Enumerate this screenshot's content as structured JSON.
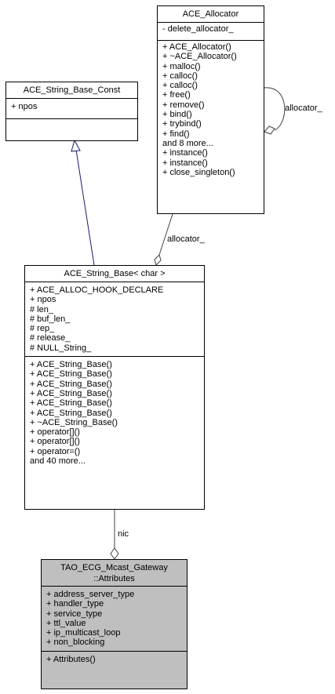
{
  "classes": {
    "allocator": {
      "name": "ACE_Allocator",
      "attributes": [
        "- delete_allocator_"
      ],
      "methods": [
        "+ ACE_Allocator()",
        "+ ~ACE_Allocator()",
        "+ malloc()",
        "+ calloc()",
        "+ calloc()",
        "+ free()",
        "+ remove()",
        "+ bind()",
        "+ trybind()",
        "+ find()",
        "and 8 more...",
        "+ instance()",
        "+ instance()",
        "+ close_singleton()"
      ]
    },
    "string_base_const": {
      "name": "ACE_String_Base_Const",
      "attributes": [
        "+ npos"
      ],
      "methods": []
    },
    "string_base": {
      "name": "ACE_String_Base< char >",
      "attributes": [
        "+ ACE_ALLOC_HOOK_DECLARE",
        "+ npos",
        "# len_",
        "# buf_len_",
        "# rep_",
        "# release_",
        "# NULL_String_"
      ],
      "methods": [
        "+ ACE_String_Base()",
        "+ ACE_String_Base()",
        "+ ACE_String_Base()",
        "+ ACE_String_Base()",
        "+ ACE_String_Base()",
        "+ ACE_String_Base()",
        "+ ~ACE_String_Base()",
        "+ operator[]()",
        "+ operator[]()",
        "+ operator=()",
        "and 40 more..."
      ]
    },
    "attributes": {
      "name_line1": "TAO_ECG_Mcast_Gateway",
      "name_line2": "::Attributes",
      "attributes": [
        "+ address_server_type",
        "+ handler_type",
        "+ service_type",
        "+ ttl_value",
        "+ ip_multicast_loop",
        "+ non_blocking"
      ],
      "methods": [
        "+ Attributes()"
      ]
    }
  },
  "edges": {
    "self_allocator_label": "allocator_",
    "allocator_label": "allocator_",
    "nic_label": "nic"
  },
  "colors": {
    "highlight_fill": "#bfbfbf",
    "inheritance_arrow": "#191970"
  }
}
